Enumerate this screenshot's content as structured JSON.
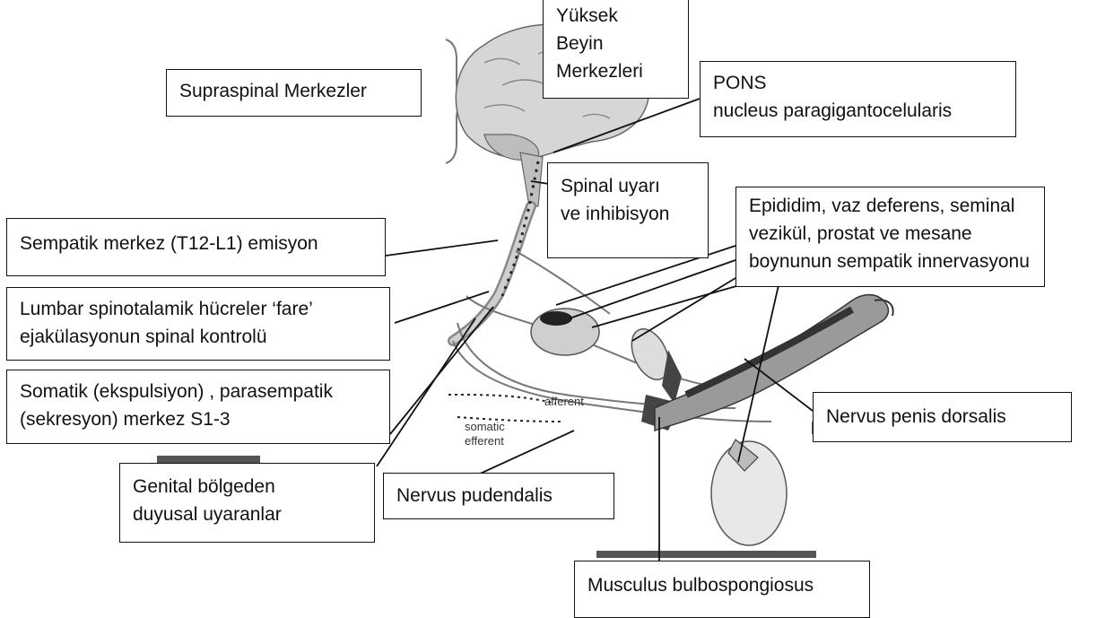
{
  "labels": {
    "supraspinal": "Supraspinal Merkezler",
    "higher_brain": [
      "Yüksek",
      "Beyin",
      "Merkezleri"
    ],
    "pons": [
      "PONS",
      "nucleus  paragigantocelularis"
    ],
    "spinal_stim": [
      "Spinal uyarı",
      "ve inhibisyon"
    ],
    "epididymis": [
      "Epididim, vaz deferens, seminal",
      "vezikül, prostat ve mesane",
      "boynunun sempatik innervasyonu"
    ],
    "sympathetic_center": "Sempatik merkez (T12-L1) emisyon",
    "lumbar_spinothalamic": [
      "Lumbar spinotalamik hücreler ‘fare’",
      "ejakülasyonun spinal kontrolü"
    ],
    "somatic_center": [
      "Somatik (ekspulsiyon) , parasempatik",
      "(sekresyon) merkez S1-3"
    ],
    "genital_sensory": [
      "Genital bölgeden",
      "duyusal uyaranlar"
    ],
    "pudendal_nerve": "Nervus pudendalis",
    "dorsal_penile_nerve": "Nervus penis dorsalis",
    "bulbospongiosus": "Musculus bulbospongiosus"
  },
  "figure_text": {
    "afferent": "afferent",
    "somatic": "somatic",
    "efferent": "efferent"
  }
}
